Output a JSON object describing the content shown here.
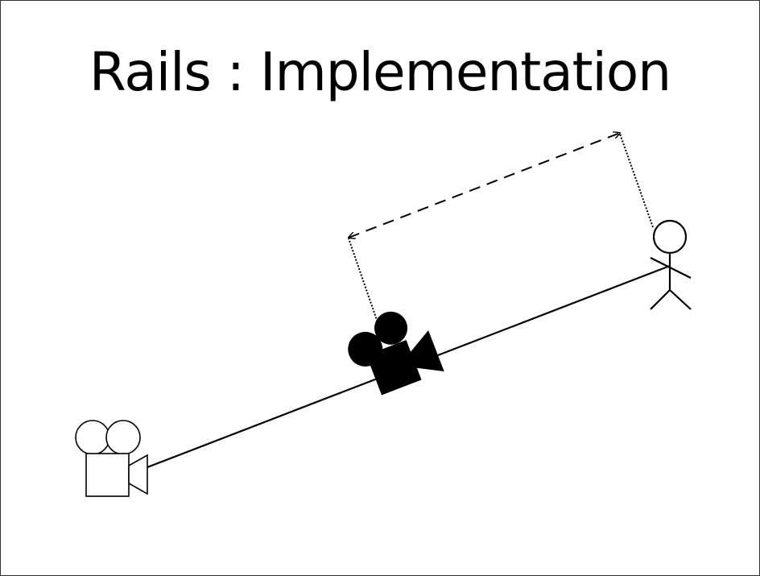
{
  "slide": {
    "title": "Rails : Implementation"
  },
  "colors": {
    "ink": "#000000",
    "background": "#ffffff",
    "frame": "#333333"
  },
  "diagram": {
    "elements": [
      "camera-start-outline",
      "camera-current-filled",
      "actor-stick-figure",
      "rail-line",
      "projection-dotted-lines",
      "offset-dashed-arrow"
    ]
  }
}
